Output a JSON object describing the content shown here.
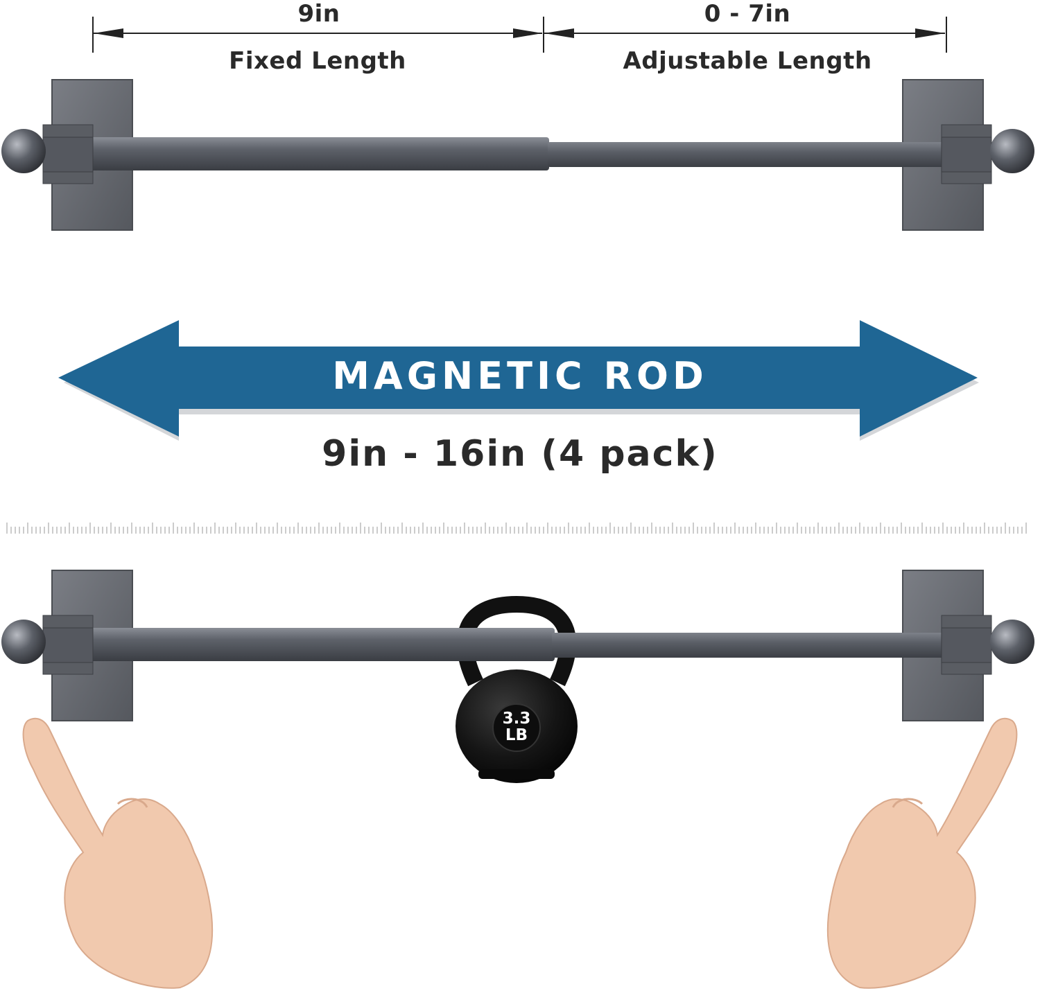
{
  "dimensions": {
    "fixed": {
      "value": "9in",
      "label": "Fixed Length"
    },
    "adjustable": {
      "value": "0 - 7in",
      "label": "Adjustable Length"
    }
  },
  "banner": {
    "title": "MAGNETIC ROD",
    "range": "9in - 16in (4 pack)"
  },
  "kettlebell": {
    "label": "3.3\nLB"
  },
  "colors": {
    "banner": "#1f6694",
    "rod": "#5a5e66",
    "bracket": "#6b6e74",
    "kettlebell": "#111111",
    "text": "#2a2a2a"
  },
  "icons": [
    "rod-product-image",
    "kettlebell-icon",
    "left-hand-icon",
    "right-hand-icon",
    "ruler-icon"
  ]
}
